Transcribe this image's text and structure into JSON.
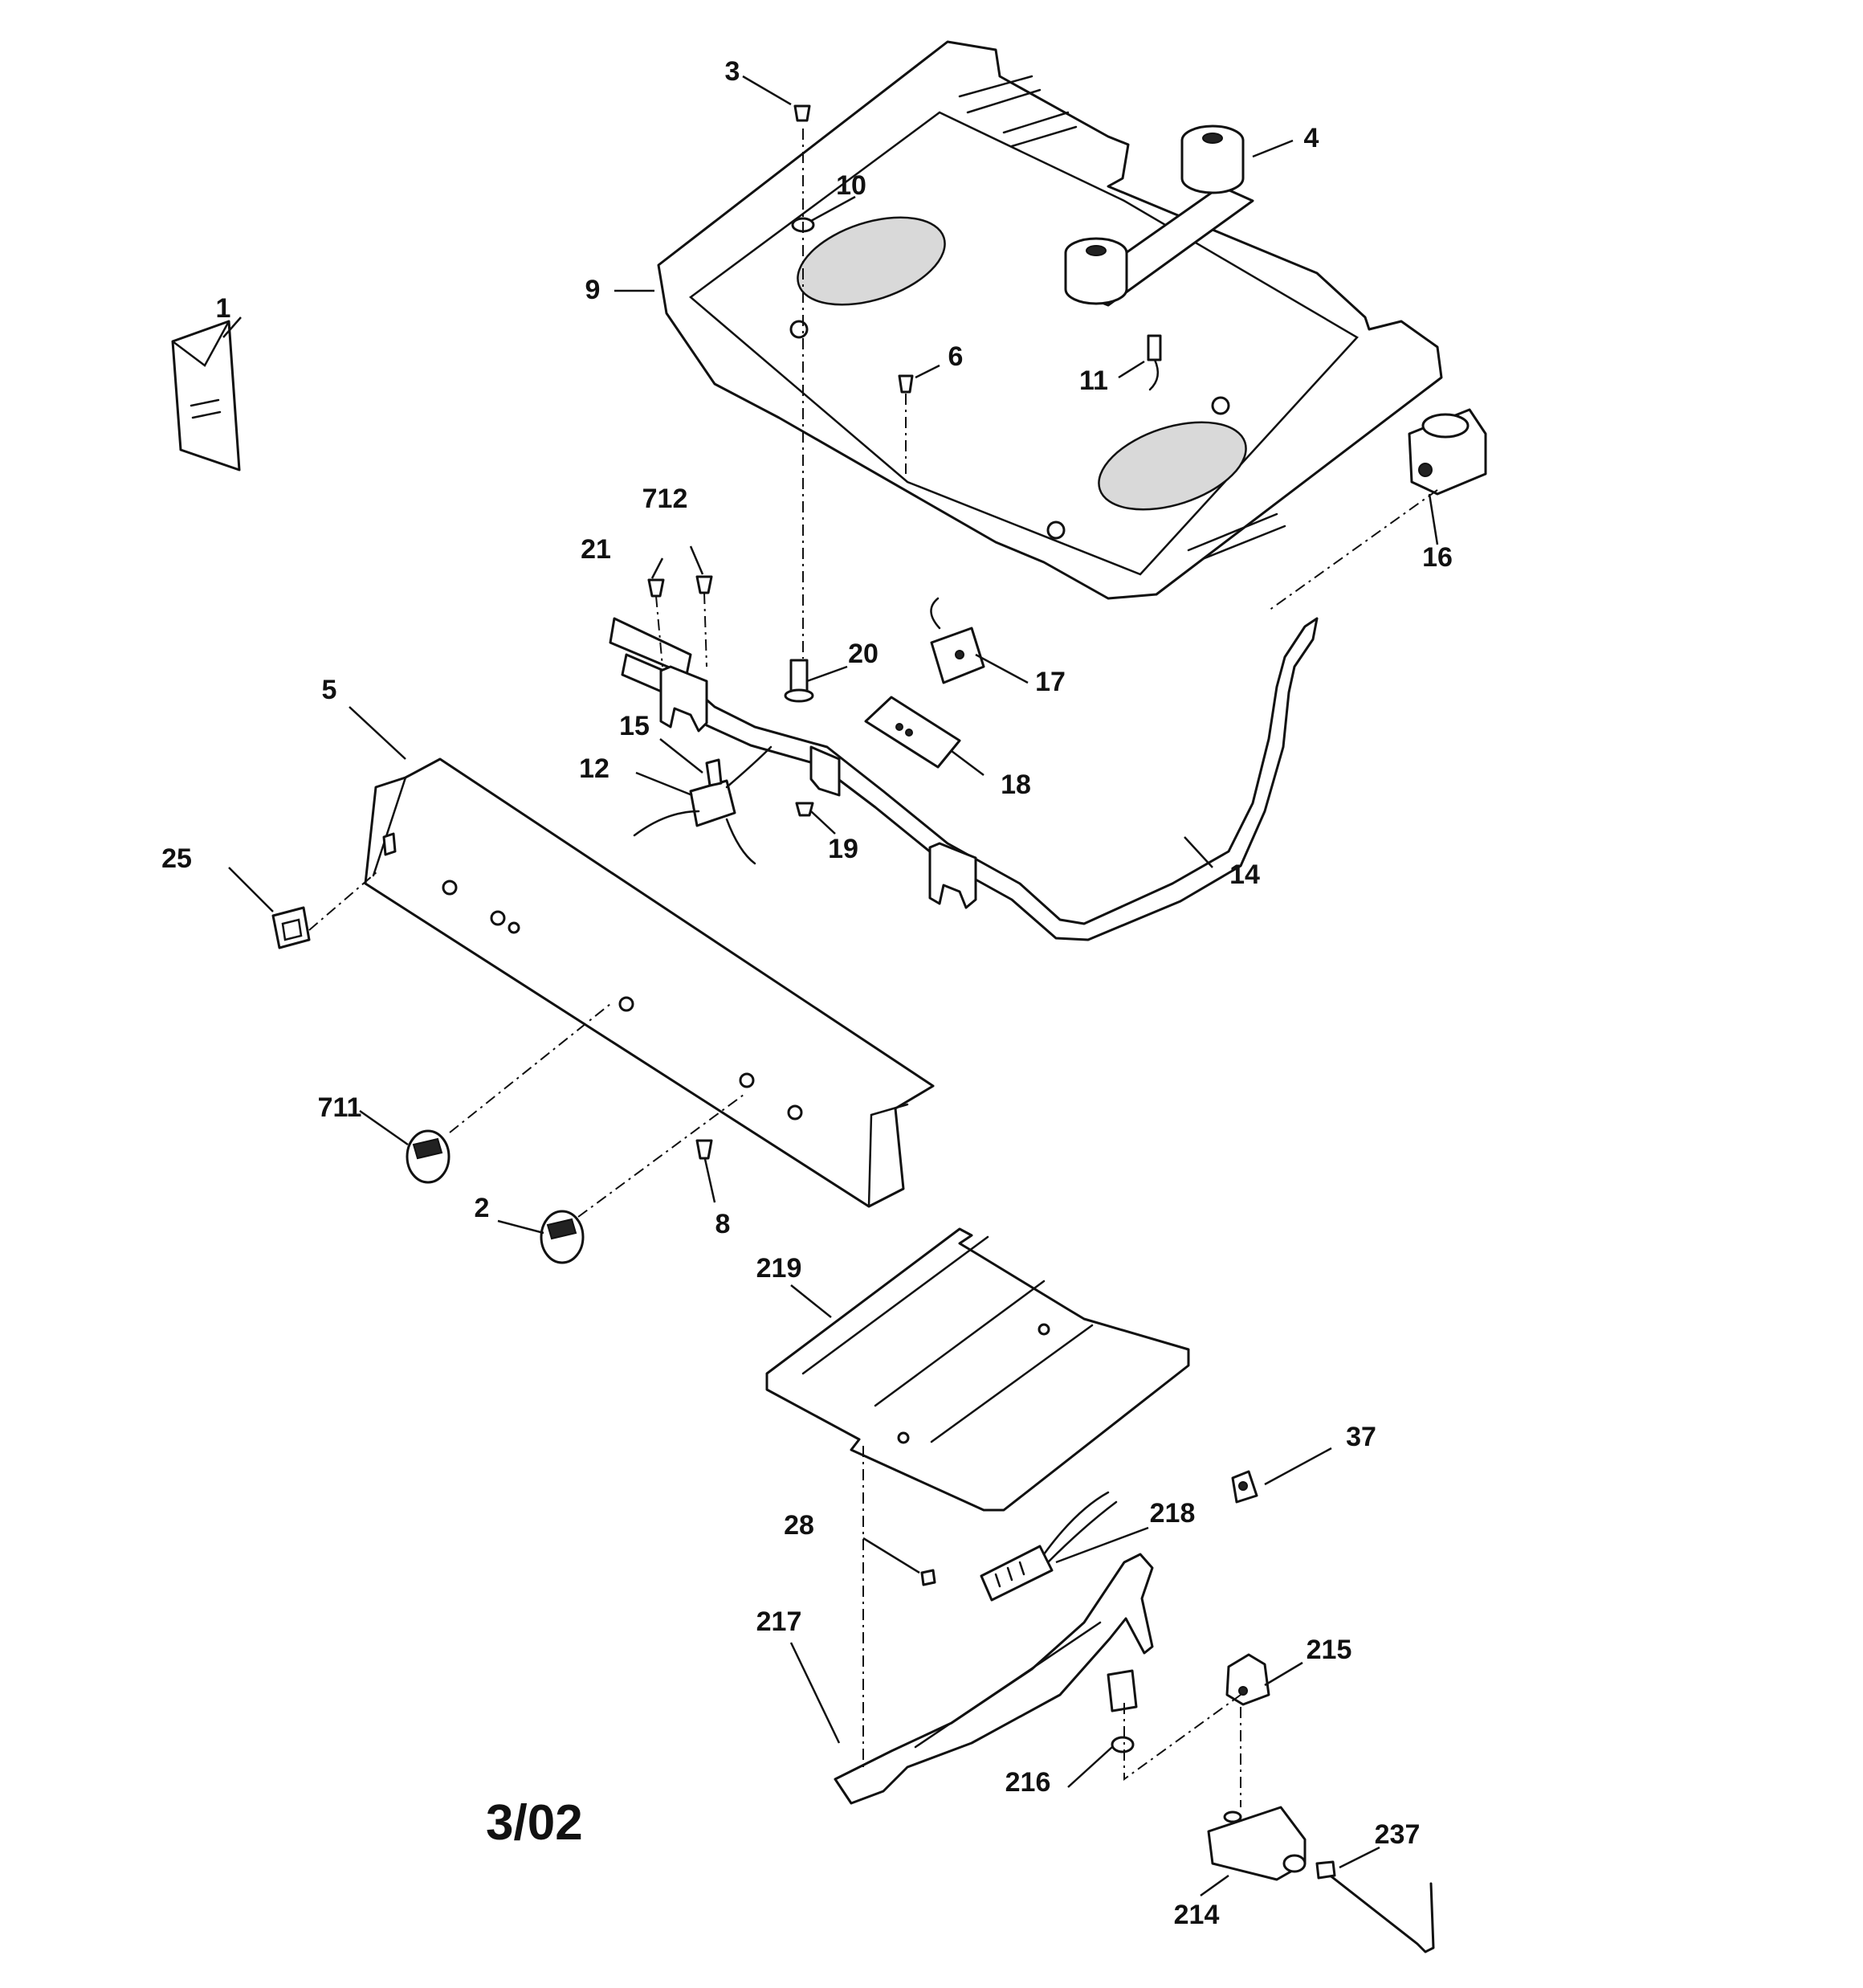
{
  "revision_label": "3/02",
  "callouts": {
    "c1": "1",
    "c2": "2",
    "c3": "3",
    "c4": "4",
    "c5": "5",
    "c6": "6",
    "c8": "8",
    "c9": "9",
    "c10": "10",
    "c11": "11",
    "c12": "12",
    "c14": "14",
    "c15": "15",
    "c16": "16",
    "c17": "17",
    "c18": "18",
    "c19": "19",
    "c20": "20",
    "c21": "21",
    "c25": "25",
    "c28": "28",
    "c37": "37",
    "c214": "214",
    "c215": "215",
    "c216": "216",
    "c217": "217",
    "c218": "218",
    "c219": "219",
    "c237": "237",
    "c711": "711",
    "c712": "712"
  }
}
